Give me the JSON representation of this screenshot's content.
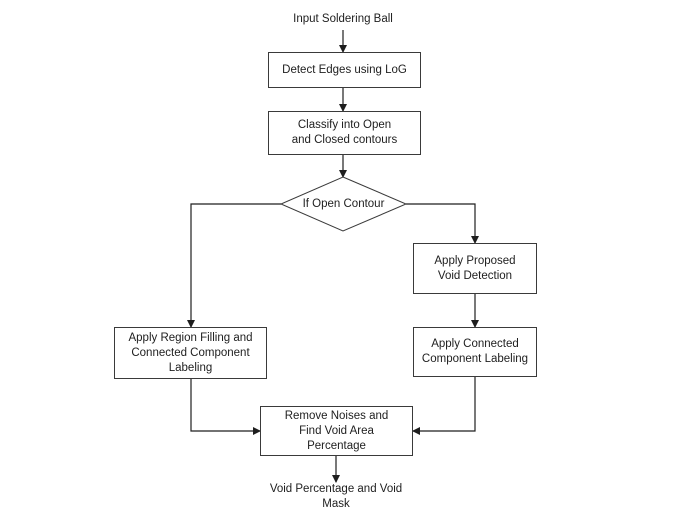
{
  "diagram": {
    "type": "flowchart",
    "input_label": "Input Soldering Ball",
    "nodes": {
      "detect_edges": "Detect Edges using LoG",
      "classify": "Classify into Open and Closed contours",
      "decision": "If Open Contour",
      "region_filling": "Apply Region Filling and Connected Component Labeling",
      "proposed_void": "Apply Proposed Void Detection",
      "connected_labeling": "Apply Connected Component Labeling",
      "remove_noises": "Remove Noises and Find Void Area Percentage"
    },
    "output_label": "Void Percentage and Void Mask",
    "edges": [
      [
        "input",
        "detect_edges"
      ],
      [
        "detect_edges",
        "classify"
      ],
      [
        "classify",
        "decision"
      ],
      [
        "decision",
        "region_filling"
      ],
      [
        "decision",
        "proposed_void"
      ],
      [
        "proposed_void",
        "connected_labeling"
      ],
      [
        "region_filling",
        "remove_noises"
      ],
      [
        "connected_labeling",
        "remove_noises"
      ],
      [
        "remove_noises",
        "output"
      ]
    ]
  }
}
